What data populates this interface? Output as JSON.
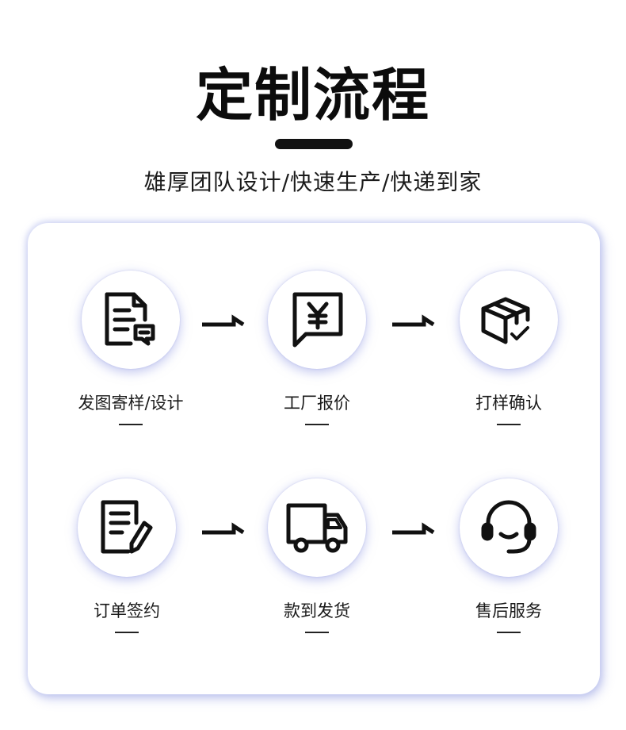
{
  "header": {
    "title": "定制流程",
    "subtitle": "雄厚团队设计/快速生产/快递到家"
  },
  "steps": [
    {
      "label": "发图寄样/设计",
      "icon": "document-chat-icon"
    },
    {
      "label": "工厂报价",
      "icon": "yuan-message-icon"
    },
    {
      "label": "打样确认",
      "icon": "box-check-icon"
    },
    {
      "label": "订单签约",
      "icon": "document-pen-icon"
    },
    {
      "label": "款到发货",
      "icon": "truck-icon"
    },
    {
      "label": "售后服务",
      "icon": "headset-icon"
    }
  ],
  "colors": {
    "text": "#111111",
    "panel_shadow": "#aab2eb"
  }
}
